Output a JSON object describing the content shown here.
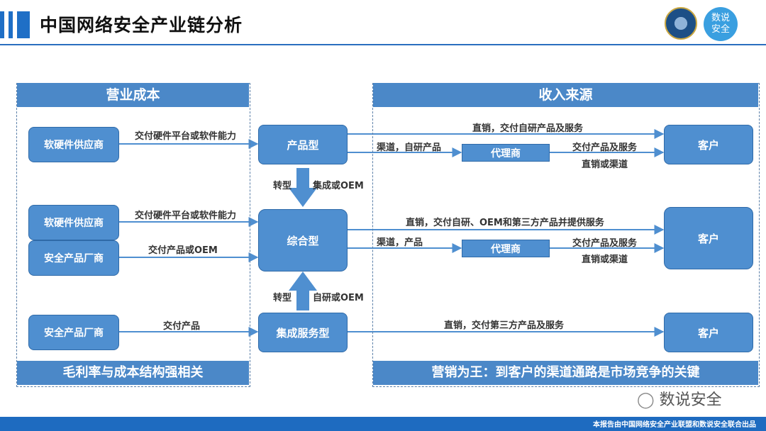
{
  "header": {
    "title": "中国网络安全产业链分析",
    "logo_text": "数说安全"
  },
  "left_panel": {
    "title": "营业成本",
    "footer": "毛利率与成本结构强相关"
  },
  "right_panel": {
    "title": "收入来源",
    "footer": "营销为王：到客户的渠道通路是市场竞争的关键"
  },
  "suppliers": {
    "s1": "软硬件供应商",
    "s2": "软硬件供应商",
    "s3": "安全产品厂商",
    "s4": "安全产品厂商"
  },
  "supply_labels": {
    "l1": "交付硬件平台或软件能力",
    "l2": "交付硬件平台或软件能力",
    "l3": "交付产品或OEM",
    "l4": "交付产品"
  },
  "types": {
    "product": "产品型",
    "integrated": "综合型",
    "service": "集成服务型"
  },
  "transitions": {
    "down_left": "转型",
    "down_right": "集成或OEM",
    "up_left": "转型",
    "up_right": "自研或OEM"
  },
  "agents": {
    "a1": "代理商",
    "a2": "代理商"
  },
  "customers": {
    "c1": "客户",
    "c2": "客户",
    "c3": "客户"
  },
  "revenue_labels": {
    "r1_direct": "直销，交付自研产品及服务",
    "r1_channel": "渠道，自研产品",
    "r1_agent_top": "交付产品及服务",
    "r1_agent_bottom": "直销或渠道",
    "r2_direct": "直销，交付自研、OEM和第三方产品并提供服务",
    "r2_channel": "渠道，产品",
    "r2_agent_top": "交付产品及服务",
    "r2_agent_bottom": "直销或渠道",
    "r3_direct": "直销，交付第三方产品及服务"
  },
  "watermark": "数说安全",
  "footer_note": "本报告由中国网络安全产业联盟和数说安全联合出品",
  "colors": {
    "accent": "#1f6fc6",
    "box": "#4f8fd0",
    "panel_head": "#4b88c8",
    "arrow": "#4f8fd0"
  }
}
